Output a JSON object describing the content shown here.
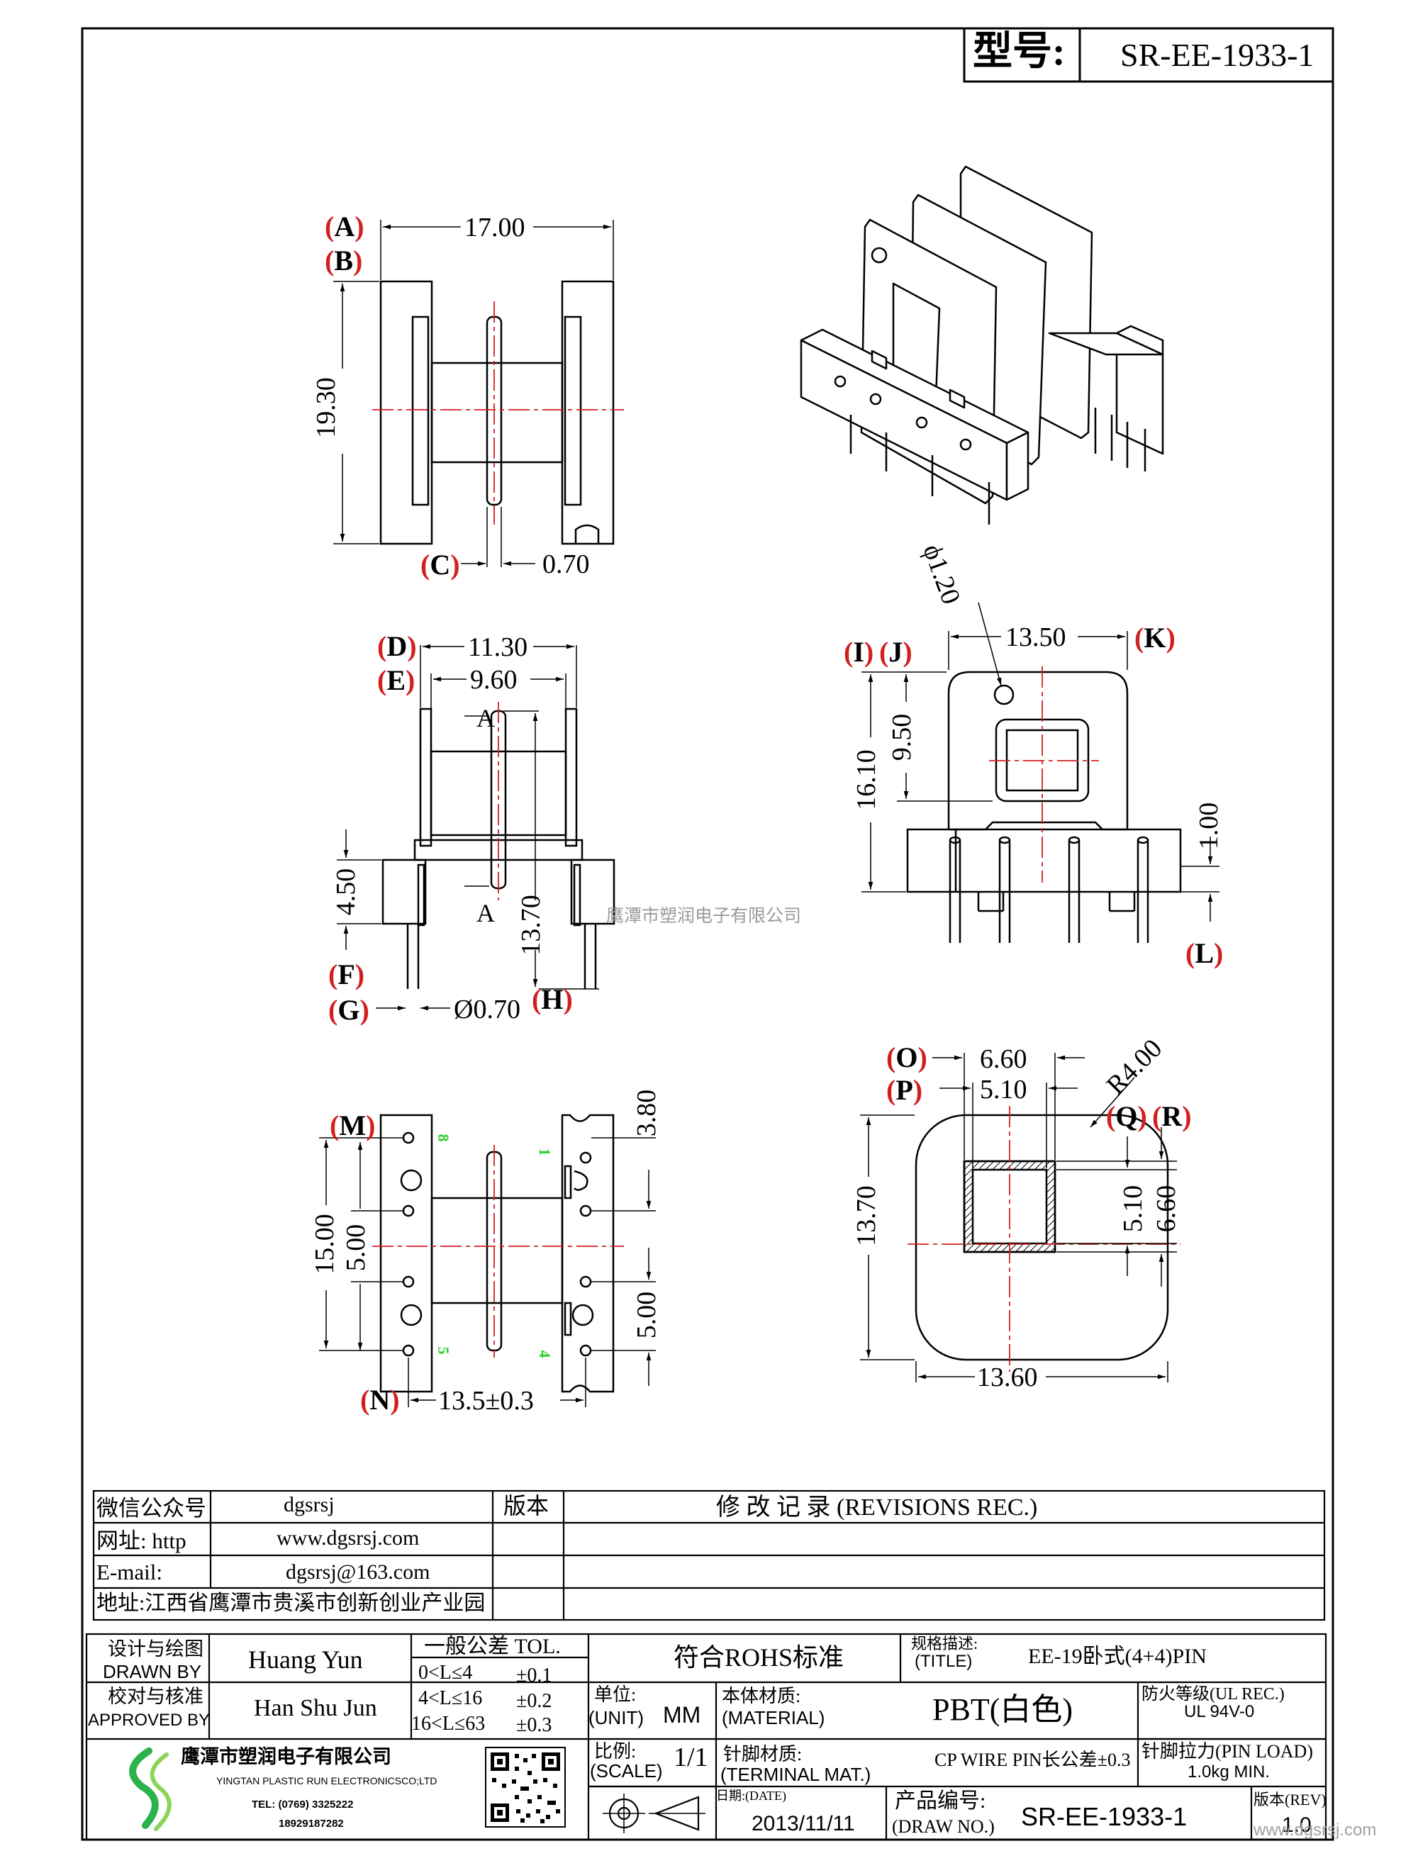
{
  "header": {
    "model_label": "型号:",
    "model_no": "SR-EE-1933-1"
  },
  "dims": {
    "w_17": "17.00",
    "h_19_30": "19.30",
    "c_0_70": "0.70",
    "d_11_30": "11.30",
    "e_9_60": "9.60",
    "h_4_50": "4.50",
    "h_13_70": "13.70",
    "g_pin": "Ø0.70",
    "sec_a": "A",
    "phi_1_20": "ϕ1.20",
    "k_13_50": "13.50",
    "j_9_50": "9.50",
    "i_16_10": "16.10",
    "l_1_00": "1.00",
    "o_6_60": "6.60",
    "p_5_10": "5.10",
    "r4": "R4.00",
    "v_13_70": "13.70",
    "v_5_10": "5.10",
    "v_6_60": "6.60",
    "b_13_60": "13.60",
    "m_15_00": "15.00",
    "m_5_00": "5.00",
    "n_13_5": "13.5±0.3",
    "r_3_80": "3.80",
    "r_5_00": "5.00"
  },
  "markers": {
    "A": "A",
    "B": "B",
    "C": "C",
    "D": "D",
    "E": "E",
    "F": "F",
    "G": "G",
    "H": "H",
    "I": "I",
    "J": "J",
    "K": "K",
    "L": "L",
    "M": "M",
    "N": "N",
    "O": "O",
    "P": "P",
    "Q": "Q",
    "R": "R"
  },
  "pins": {
    "p8": "8",
    "p1": "1",
    "p5": "5",
    "p4": "4"
  },
  "watermark": "鹰潭市塑润电子有限公司",
  "contact": {
    "wechat_label": "微信公众号",
    "wechat": "dgsrsj",
    "web_label": "网址: http",
    "web": "www.dgsrsj.com",
    "email_label": "E-mail:",
    "email": "dgsrsj@163.com",
    "address": "地址:江西省鹰潭市贵溪市创新创业产业园"
  },
  "revisions": {
    "version_label": "版本",
    "title": "修 改 记 录  (REVISIONS REC.)"
  },
  "titleblock": {
    "drawn_cn": "设计与绘图",
    "drawn_en": "DRAWN BY",
    "drawn_name": "Huang  Yun",
    "approved_cn": "校对与核准",
    "approved_en": "APPROVED BY",
    "approved_name": "Han Shu Jun",
    "tol_title": "一般公差  TOL.",
    "tol1": "0<L≤4",
    "tol1v": "±0.1",
    "tol2": "4<L≤16",
    "tol2v": "±0.2",
    "tol3": "16<L≤63",
    "tol3v": "±0.3",
    "rohs": "符合ROHS标准",
    "title_cn": "规格描述:",
    "title_en": "(TITLE)",
    "title_val": "EE-19卧式(4+4)PIN",
    "unit_cn": "单位:",
    "unit_en": "(UNIT)",
    "unit_val": "MM",
    "mat_cn": "本体材质:",
    "mat_en": "(MATERIAL)",
    "mat_val": "PBT(白色)",
    "ul_cn": "防火等级(UL REC.)",
    "ul_val": "UL 94V-0",
    "scale_cn": "比例:",
    "scale_en": "(SCALE)",
    "scale_val": "1/1",
    "term_cn": "针脚材质:",
    "term_en": "(TERMINAL MAT.)",
    "term_val": "CP WIRE   PIN长公差±0.3",
    "load_cn": "针脚拉力(PIN LOAD)",
    "load_val": "1.0kg MIN.",
    "date_cn": "日期:(DATE)",
    "date_val": "2013/11/11",
    "drawno_cn": "产品编号:",
    "drawno_en": "(DRAW NO.)",
    "drawno_val": "SR-EE-1933-1",
    "rev_cn": "版本(REV)",
    "rev_val": "1.0",
    "company_cn": "鹰潭市塑润电子有限公司",
    "company_en": "YINGTAN PLASTIC RUN ELECTRONICSCO;LTD",
    "tel": "TEL: (0769) 3325222",
    "mobile": "18929187282",
    "site_mark": "www.dgsrsj.com"
  }
}
